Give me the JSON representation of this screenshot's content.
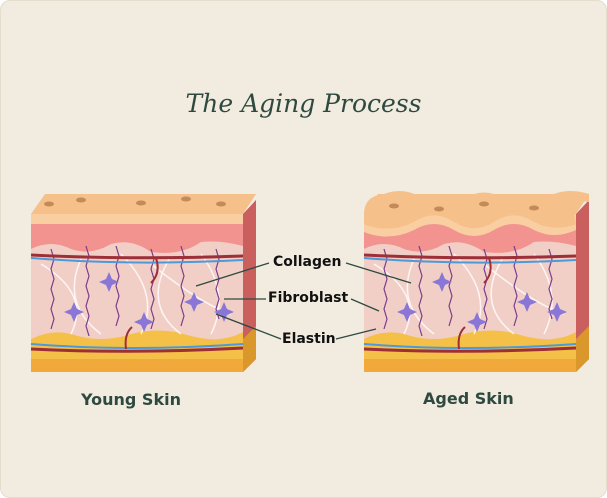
{
  "title": "The Aging Process",
  "labels": {
    "collagen": "Collagen",
    "fibroblast": "Fibroblast",
    "elastin": "Elastin"
  },
  "captions": {
    "young": "Young Skin",
    "aged": "Aged Skin"
  },
  "colors": {
    "background": "#f2ebdf",
    "title": "#2e4a40",
    "epidermis": "#f6c08a",
    "dermis_top": "#f2938f",
    "dermis": "#f1cfc6",
    "fat": "#f5c047",
    "vessel_red": "#9c2f37",
    "vessel_blue": "#4d9ad8",
    "fibroblast": "#8a76d6",
    "elastin": "#7b3d8a"
  }
}
